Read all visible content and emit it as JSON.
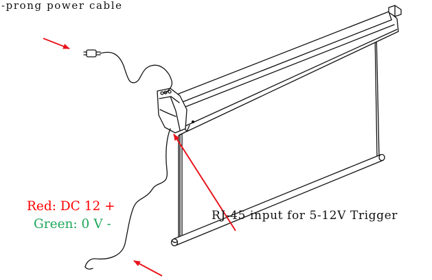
{
  "labels": {
    "power_cable": "-prong power cable",
    "red_wire": "Red: DC 12 +",
    "green_wire": "Green: 0 V -",
    "rj45_input": "RJ-45 input for 5-12V Trigger"
  },
  "colors": {
    "red_label": "#ff0000",
    "green_label": "#1ea65a",
    "arrow": "#e8141b",
    "line_art": "#111111"
  }
}
